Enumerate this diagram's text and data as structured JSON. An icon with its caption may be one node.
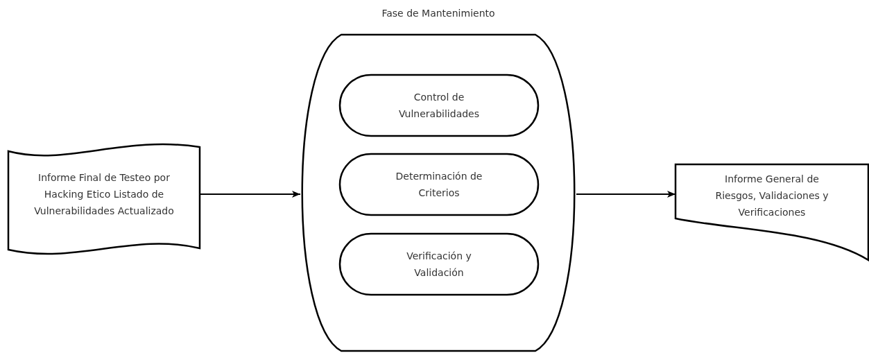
{
  "diagram": {
    "nodes": [
      {
        "text": [
          "Informe Final de Testeo por Hacking Etico Listado de Vulnerabilidades Actualizado"
        ]
      },
      {
        "text": [
          "Fase de Mantenimiento"
        ]
      },
      {
        "text": [
          "Control de Vulnerabilidades"
        ],
        "in": 1
      },
      {
        "text": [
          "Determinación de Criterios"
        ],
        "in": 1
      },
      {
        "text": [
          "Verificación y Validación"
        ],
        "in": 1
      },
      {
        "text": [
          "Informe General de Riesgos, Validaciones y Verificaciones"
        ]
      }
    ],
    "edges": [
      {
        "from": 0,
        "to": 1,
        "arrow": "to"
      },
      {
        "from": 1,
        "to": 5,
        "arrow": "to"
      }
    ]
  }
}
